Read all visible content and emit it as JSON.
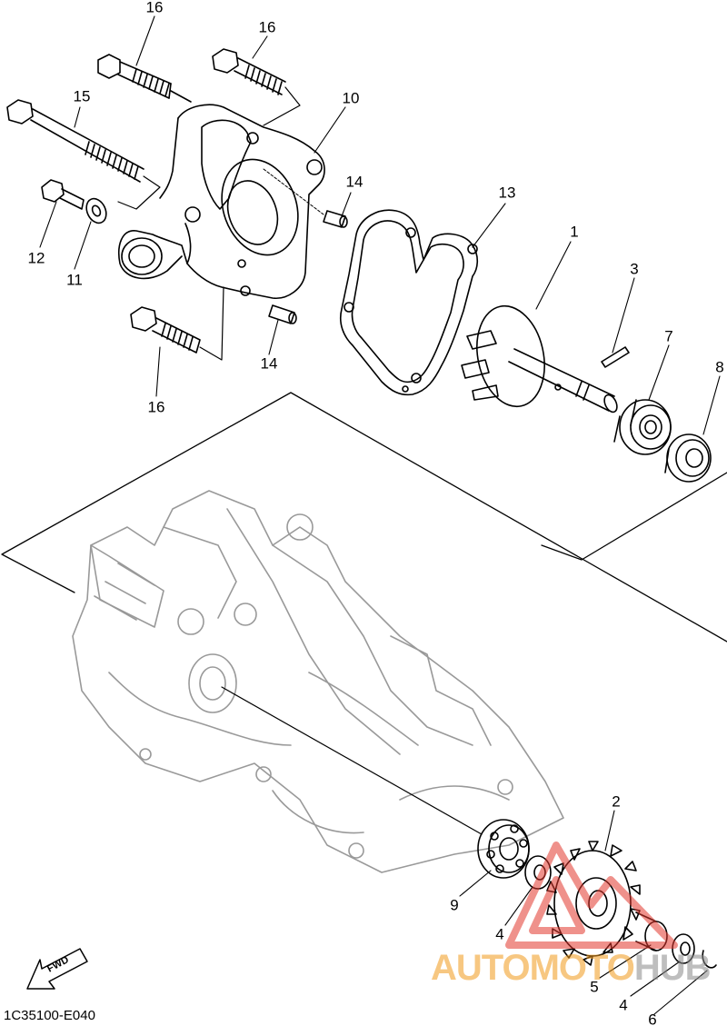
{
  "callouts": {
    "c16a": "16",
    "c16b": "16",
    "c15": "15",
    "c10": "10",
    "c14a": "14",
    "c14b": "14",
    "c12": "12",
    "c11": "11",
    "c13": "13",
    "c1": "1",
    "c3": "3",
    "c7": "7",
    "c8": "8",
    "c16c": "16",
    "c2": "2",
    "c9": "9",
    "c4a": "4",
    "c5": "5",
    "c4b": "4",
    "c6": "6"
  },
  "fwd_label": "FWD",
  "catalog_code": "1C35100-E040",
  "watermark": {
    "part1": "AUTOMOTO",
    "part2": "HUB",
    "colors": {
      "primary": "#f29a1c",
      "secondary": "#8a8a8a",
      "logo_red": "#e2382e"
    }
  }
}
